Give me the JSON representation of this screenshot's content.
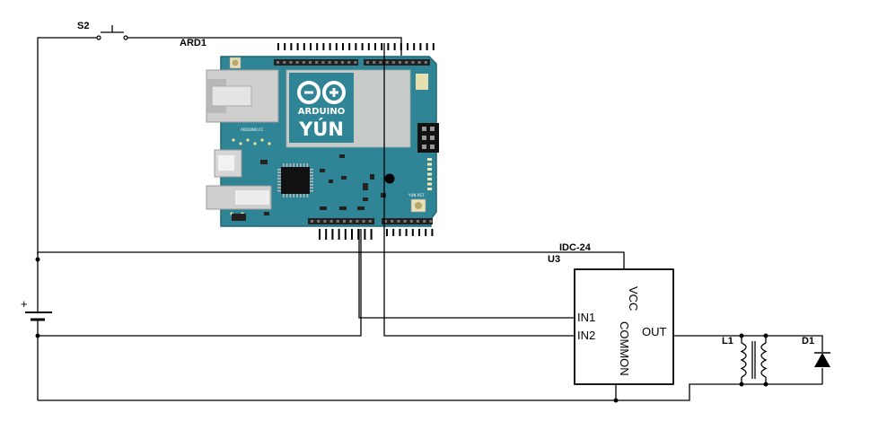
{
  "labels": {
    "switch": "S2",
    "board": "ARD1",
    "module_type": "IDC-24",
    "module_ref": "U3",
    "inductor": "L1",
    "diode": "D1",
    "battery_plus": "+"
  },
  "module_pins": {
    "vcc": "VCC",
    "in1": "IN1",
    "in2": "IN2",
    "out": "OUT",
    "common": "COMMON"
  },
  "board": {
    "brand": "ARDUINO",
    "model": "YÚN",
    "site": "ARDUINO.CC",
    "yun_rst": "YUN RST"
  },
  "colors": {
    "board": "#2f8596",
    "board_border": "#1f6675",
    "wire": "#000000",
    "header": "#222222"
  }
}
